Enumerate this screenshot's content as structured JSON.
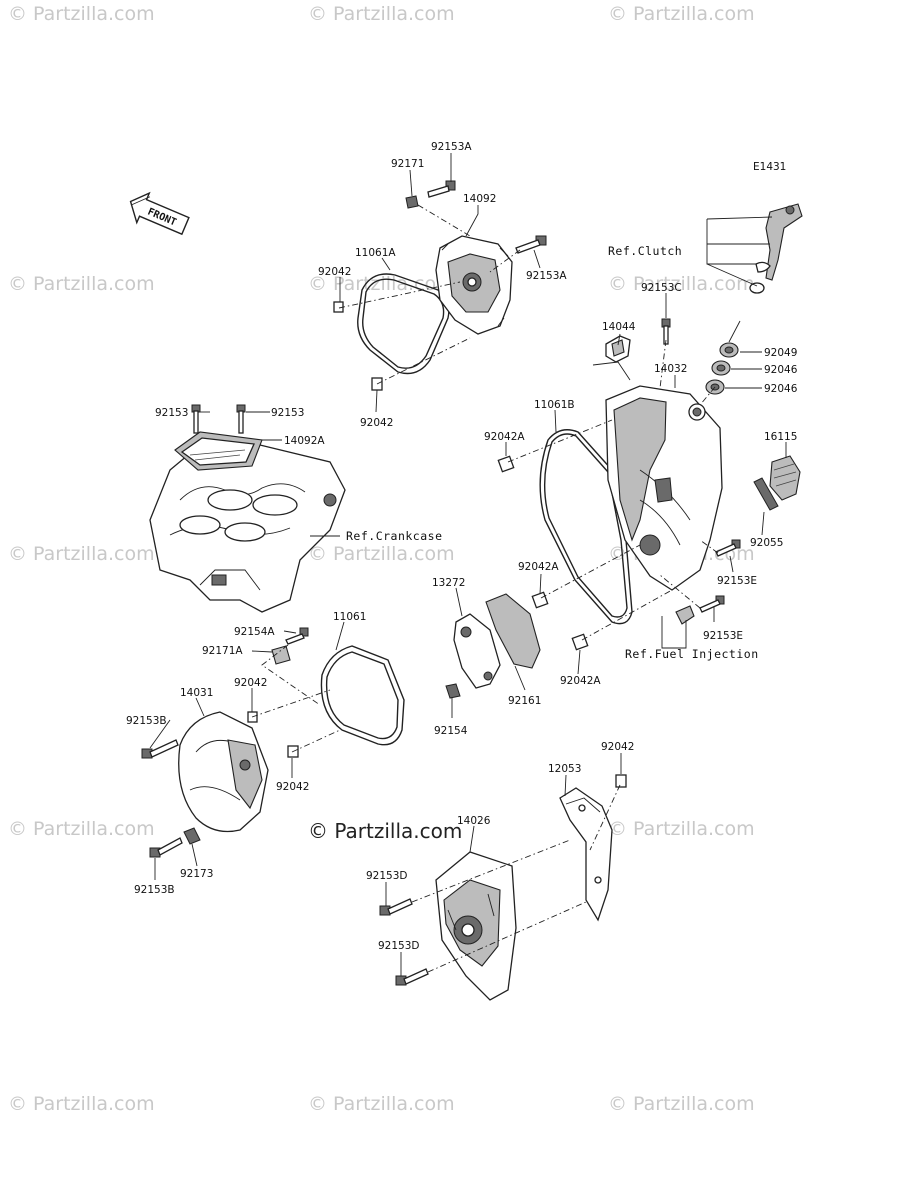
{
  "diagram_code": "E1431",
  "front_marker": "FRONT",
  "watermark_text": "© Partzilla.com",
  "part_labels": [
    {
      "id": "l01",
      "text": "92153A"
    },
    {
      "id": "l02",
      "text": "92171"
    },
    {
      "id": "l03",
      "text": "14092"
    },
    {
      "id": "l04",
      "text": "11061A"
    },
    {
      "id": "l05",
      "text": "92042"
    },
    {
      "id": "l06",
      "text": "92153A"
    },
    {
      "id": "l07",
      "text": "92042"
    },
    {
      "id": "l08",
      "text": "92153C"
    },
    {
      "id": "l09",
      "text": "14044"
    },
    {
      "id": "l10",
      "text": "92049"
    },
    {
      "id": "l11",
      "text": "92046"
    },
    {
      "id": "l12",
      "text": "92046"
    },
    {
      "id": "l13",
      "text": "14032"
    },
    {
      "id": "l14",
      "text": "92153"
    },
    {
      "id": "l15",
      "text": "92153"
    },
    {
      "id": "l16",
      "text": "14092A"
    },
    {
      "id": "l17",
      "text": "11061B"
    },
    {
      "id": "l18",
      "text": "92042A"
    },
    {
      "id": "l19",
      "text": "16115"
    },
    {
      "id": "l20",
      "text": "92055"
    },
    {
      "id": "l21",
      "text": "92153E"
    },
    {
      "id": "l22",
      "text": "92042A"
    },
    {
      "id": "l23",
      "text": "13272"
    },
    {
      "id": "l24",
      "text": "92153E"
    },
    {
      "id": "l25",
      "text": "11061"
    },
    {
      "id": "l26",
      "text": "92154A"
    },
    {
      "id": "l27",
      "text": "92171A"
    },
    {
      "id": "l28",
      "text": "92042"
    },
    {
      "id": "l29",
      "text": "14031"
    },
    {
      "id": "l30",
      "text": "92153B"
    },
    {
      "id": "l31",
      "text": "92042"
    },
    {
      "id": "l32",
      "text": "92154"
    },
    {
      "id": "l33",
      "text": "92161"
    },
    {
      "id": "l34",
      "text": "92042A"
    },
    {
      "id": "l35",
      "text": "92042"
    },
    {
      "id": "l36",
      "text": "12053"
    },
    {
      "id": "l37",
      "text": "14026"
    },
    {
      "id": "l38",
      "text": "92173"
    },
    {
      "id": "l39",
      "text": "92153B"
    },
    {
      "id": "l40",
      "text": "92153D"
    },
    {
      "id": "l41",
      "text": "92153D"
    }
  ],
  "ref_labels": {
    "clutch": "Ref.Clutch",
    "crankcase": "Ref.Crankcase",
    "fuel_injection": "Ref.Fuel Injection"
  }
}
